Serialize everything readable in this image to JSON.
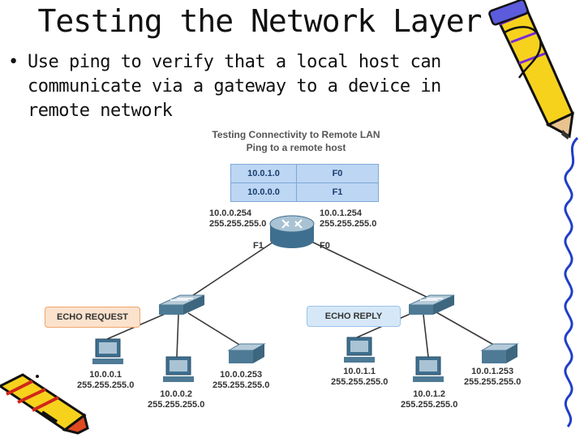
{
  "slide": {
    "title": "Testing the Network Layer",
    "bullet": "Use ping to verify that a local host can communicate via a gateway to a device in remote network"
  },
  "diagram": {
    "heading_line1": "Testing Connectivity to Remote LAN",
    "heading_line2": "Ping to a remote host",
    "routing_table": [
      {
        "network": "10.0.1.0",
        "interface": "F0"
      },
      {
        "network": "10.0.0.0",
        "interface": "F1"
      }
    ],
    "router": {
      "left_ip": "10.0.0.254",
      "left_mask": "255.255.255.0",
      "right_ip": "10.0.1.254",
      "right_mask": "255.255.255.0",
      "left_port": "F1",
      "right_port": "F0"
    },
    "echo_request": "ECHO REQUEST",
    "echo_reply": "ECHO REPLY",
    "left_hosts": [
      {
        "ip": "10.0.0.1",
        "mask": "255.255.255.0"
      },
      {
        "ip": "10.0.0.2",
        "mask": "255.255.255.0"
      },
      {
        "ip": "10.0.0.253",
        "mask": "255.255.255.0"
      }
    ],
    "right_hosts": [
      {
        "ip": "10.0.1.1",
        "mask": "255.255.255.0"
      },
      {
        "ip": "10.0.1.2",
        "mask": "255.255.255.0"
      },
      {
        "ip": "10.0.1.253",
        "mask": "255.255.255.0"
      }
    ]
  },
  "colors": {
    "table_fill": "#bcd6f3",
    "request_fill": "#fbe2cc",
    "reply_fill": "#d6e8f8",
    "link_line": "#3a3a3a"
  },
  "icons": [
    "pencil-clipart-icon",
    "scribble-border-icon",
    "crayon-clipart-icon",
    "router-icon",
    "switch-icon",
    "pc-icon",
    "printer-icon"
  ]
}
